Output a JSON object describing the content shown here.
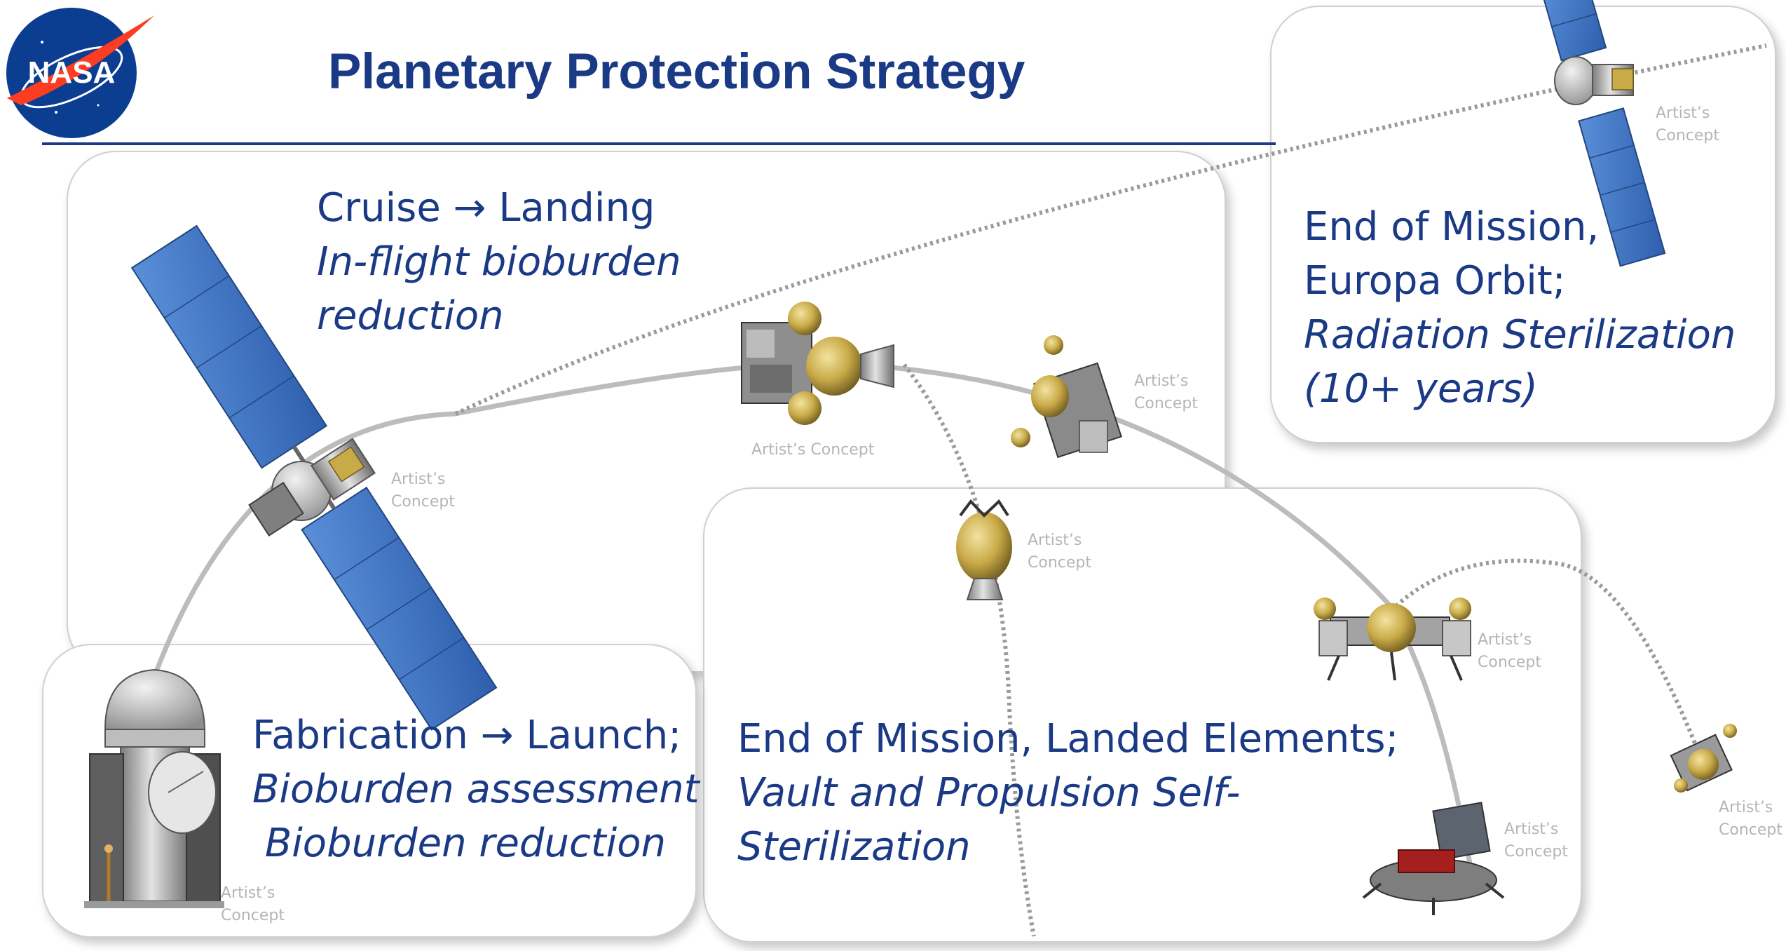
{
  "title": "Planetary Protection Strategy",
  "logo_text": "NASA",
  "colors": {
    "title_blue": "#1b3a86",
    "credit_gray": "#b5b5b5",
    "panel_blue": "#3d73c2",
    "gold": "#c9aa48"
  },
  "panels": {
    "cruise": {
      "line1": "Cruise → Landing",
      "line2": "In-flight bioburden",
      "line3": "reduction"
    },
    "fabrication": {
      "line1": "Fabrication → Launch;",
      "line2": "Bioburden assessment",
      "line3": "Bioburden reduction"
    },
    "landed": {
      "line1": "End of Mission, Landed Elements;",
      "line2": "Vault and Propulsion Self-",
      "line3": "Sterilization"
    },
    "orbit": {
      "line1": "End of Mission,",
      "line2": "Europa Orbit;",
      "line3": "Radiation Sterilization",
      "line4": "(10+ years)"
    }
  },
  "credits": {
    "orbiter": "Artist’s\nConcept",
    "cruise_sc": "Artist’s\nConcept",
    "stack": "Artist’s Concept",
    "lander1": "Artist’s\nConcept",
    "descent": "Artist’s\nConcept",
    "skycrane": "Artist’s\nConcept",
    "lander_surface": "Artist’s\nConcept",
    "rocket": "Artist’s\nConcept",
    "far_right": "Artist’s\nConcept"
  }
}
